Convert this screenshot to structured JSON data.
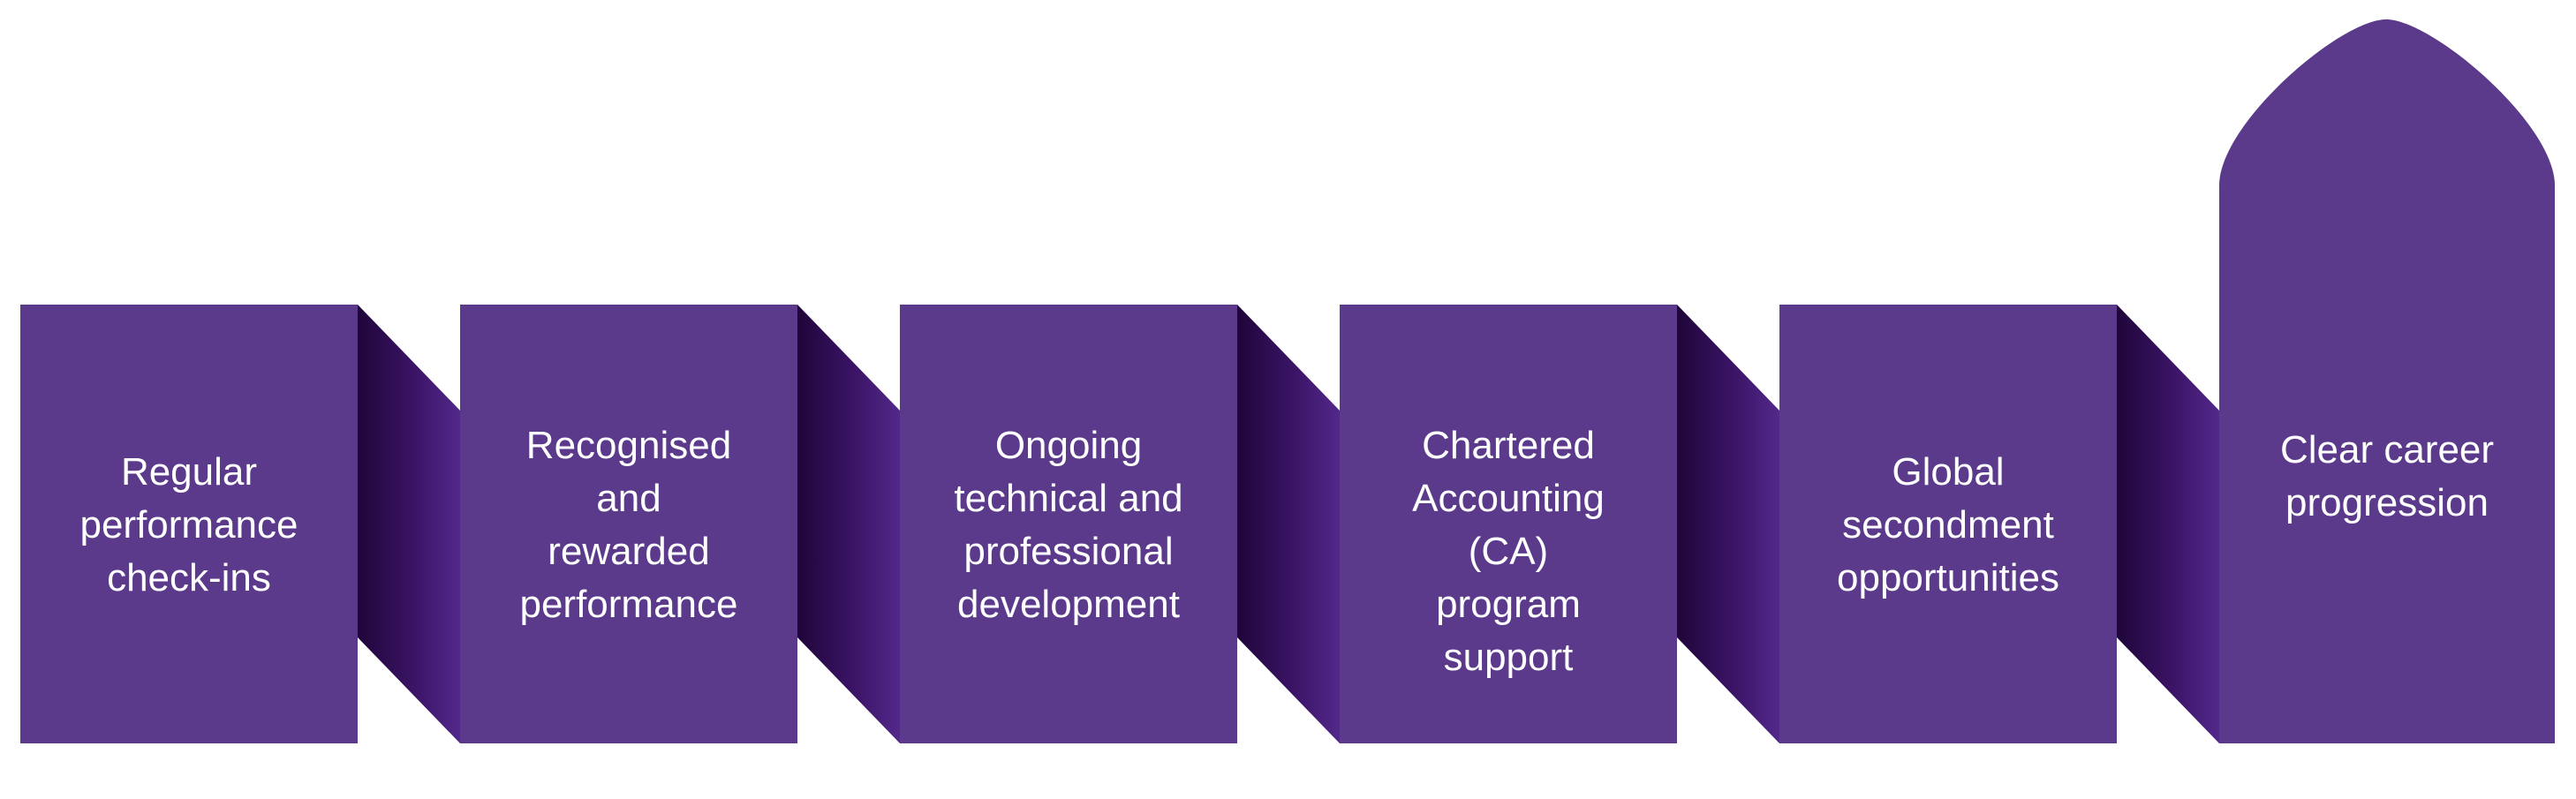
{
  "colors": {
    "panel": "#5b398b",
    "connector_dark": "#24063f",
    "connector_light": "#4f2582",
    "text": "#ffffff"
  },
  "steps": [
    {
      "label": "Regular\nperformance\ncheck-ins"
    },
    {
      "label": "Recognised\nand\nrewarded\nperformance"
    },
    {
      "label": "Ongoing\ntechnical and\nprofessional\ndevelopment"
    },
    {
      "label": "Chartered\nAccounting\n(CA)\nprogram\nsupport"
    },
    {
      "label": "Global\nsecondment\nopportunities"
    },
    {
      "label": "Clear career\nprogression"
    }
  ]
}
